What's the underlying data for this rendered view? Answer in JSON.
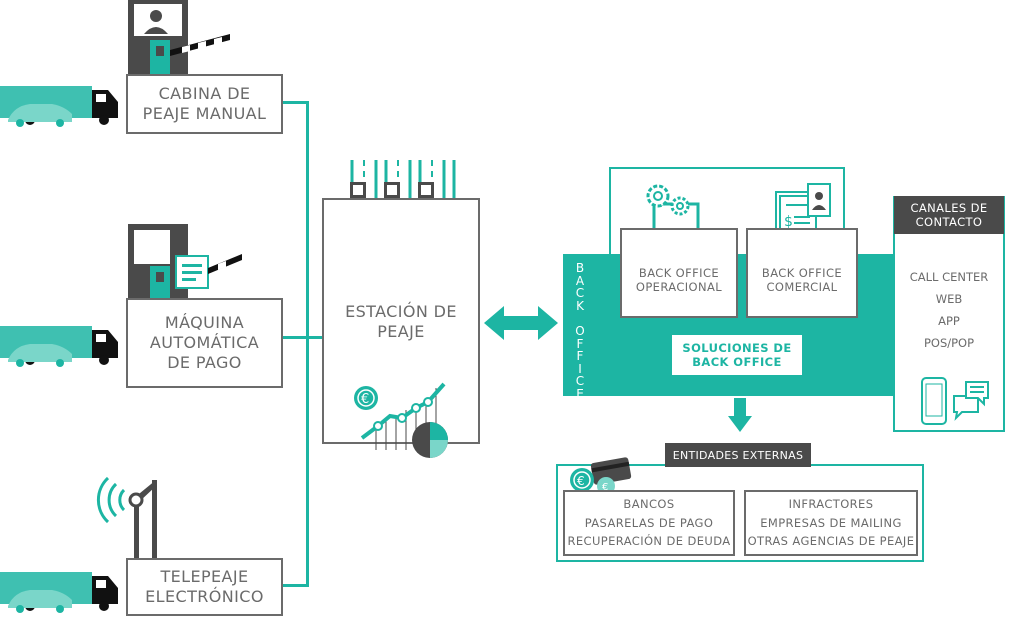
{
  "colors": {
    "accent": "#1db5a3",
    "accent_light": "#7ad6c9",
    "gray": "#6b6b6b",
    "dark": "#4a4a4a"
  },
  "left": {
    "manual_booth": "CABINA DE\nPEAJE MANUAL",
    "auto_machine": "MÁQUINA\nAUTOMÁTICA\nDE PAGO",
    "electronic_toll": "TELEPEAJE\nELECTRÓNICO"
  },
  "station": {
    "label": "ESTACIÓN DE\nPEAJE"
  },
  "back_office": {
    "vertical_label": "BACK OFFICE",
    "operational": "BACK OFFICE\nOPERACIONAL",
    "commercial": "BACK OFFICE\nCOMERCIAL",
    "solutions": "SOLUCIONES DE\nBACK OFFICE"
  },
  "contact": {
    "header": "CANALES DE\nCONTACTO",
    "items": [
      "CALL CENTER",
      "WEB",
      "APP",
      "POS/POP"
    ]
  },
  "external": {
    "header": "ENTIDADES EXTERNAS",
    "left_items": [
      "BANCOS",
      "PASARELAS DE PAGO",
      "RECUPERACIÓN DE DEUDA"
    ],
    "right_items": [
      "INFRACTORES",
      "EMPRESAS DE MAILING",
      "OTRAS AGENCIAS DE PEAJE"
    ]
  },
  "icons": [
    "truck-car-icon",
    "toll-booth-icon",
    "barrier-icon",
    "payment-machine-icon",
    "antenna-icon",
    "lanes-icon",
    "euro-chart-icon",
    "gears-monitor-icon",
    "document-id-icon",
    "phone-chat-icon",
    "coins-card-icon",
    "double-arrow-icon",
    "down-arrow-icon"
  ]
}
